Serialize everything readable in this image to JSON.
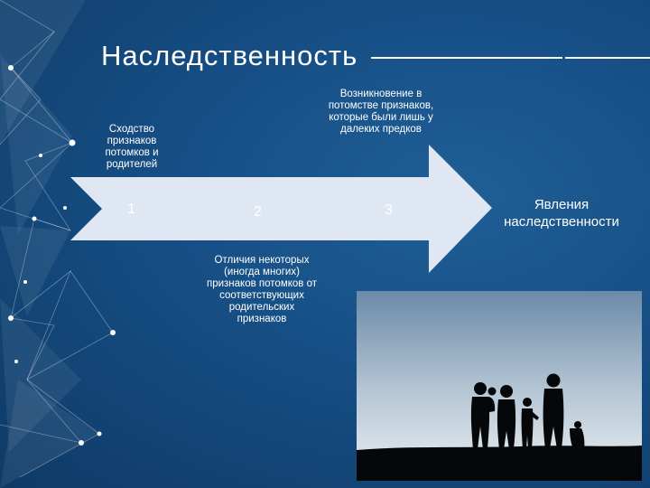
{
  "slide": {
    "title": "Наследственность",
    "steps": [
      {
        "number": "1",
        "label": "Сходство признаков потомков и родителей"
      },
      {
        "number": "2",
        "label": "Отличия некоторых (иногда многих) признаков потомков от соответствующих родительских признаков"
      },
      {
        "number": "3",
        "label": "Возникновение в потомстве признаков, которые были лишь у далеких предков"
      }
    ],
    "conclusion": "Явления наследственности"
  },
  "colors": {
    "background": "#164e84",
    "arrow": "#dfe8f2",
    "text": "#ffffff"
  }
}
